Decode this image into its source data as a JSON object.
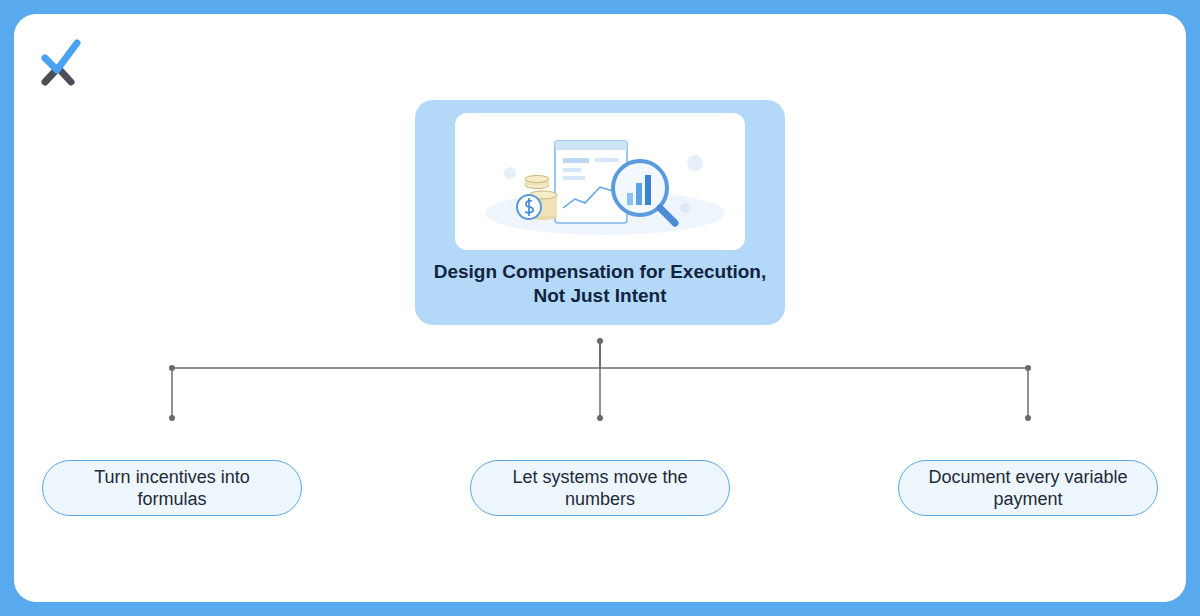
{
  "diagram": {
    "nodes": [
      {
        "text": [
          "Design Compensation for Execution, Not Just Intent"
        ]
      },
      {
        "text": [
          "Turn incentives into formulas"
        ]
      },
      {
        "text": [
          "Let systems move the numbers"
        ]
      },
      {
        "text": [
          "Document every variable payment"
        ]
      }
    ],
    "edges": [
      {
        "from": 0,
        "to": 1,
        "arrow": "none"
      },
      {
        "from": 0,
        "to": 2,
        "arrow": "none"
      },
      {
        "from": 0,
        "to": 3,
        "arrow": "none"
      }
    ]
  }
}
